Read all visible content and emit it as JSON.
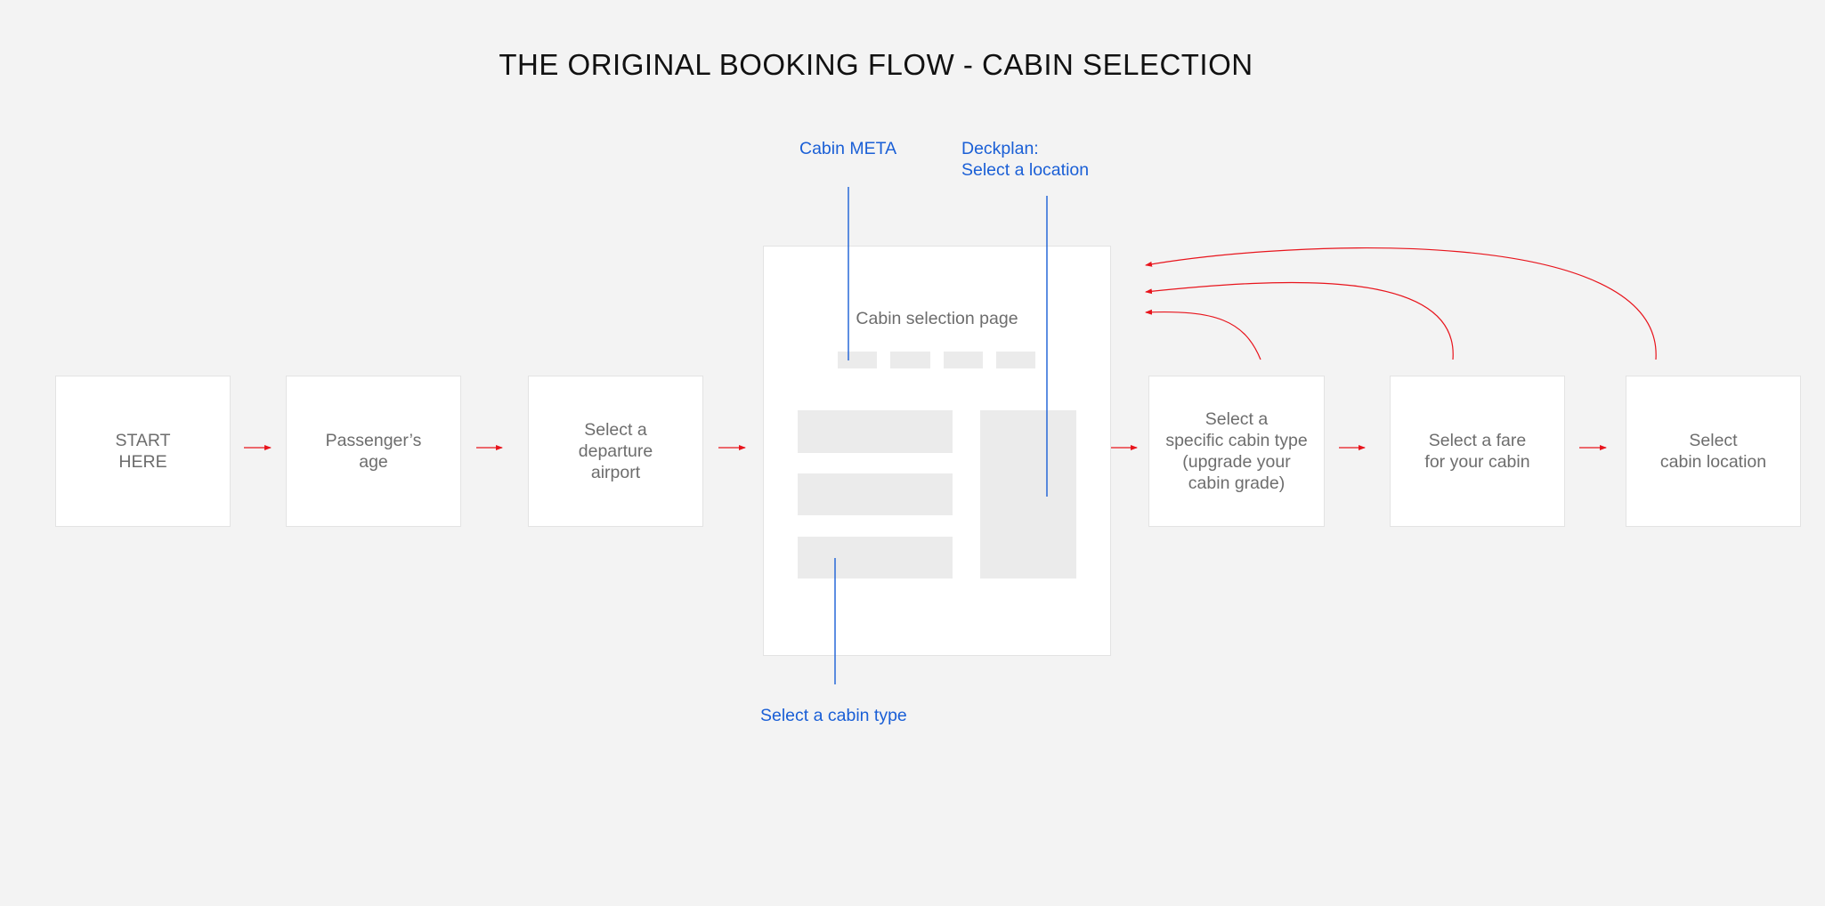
{
  "title": "THE ORIGINAL BOOKING FLOW - CABIN SELECTION",
  "steps": {
    "start": "START\nHERE",
    "age": "Passenger’s\nage",
    "airport": "Select a\ndeparture\nairport",
    "cabin_type": "Select a\nspecific cabin type\n(upgrade your\ncabin grade)",
    "fare": "Select a fare\nfor your cabin",
    "location": "Select\ncabin location"
  },
  "cabin_page": {
    "title": "Cabin selection page"
  },
  "annotations": {
    "cabin_meta": "Cabin META",
    "deckplan": "Deckplan:\nSelect a location",
    "cabin_type": "Select a cabin type"
  },
  "colors": {
    "arrow": "#e8141c",
    "annotation": "#1a5fd6",
    "placeholder": "#ebebeb"
  }
}
